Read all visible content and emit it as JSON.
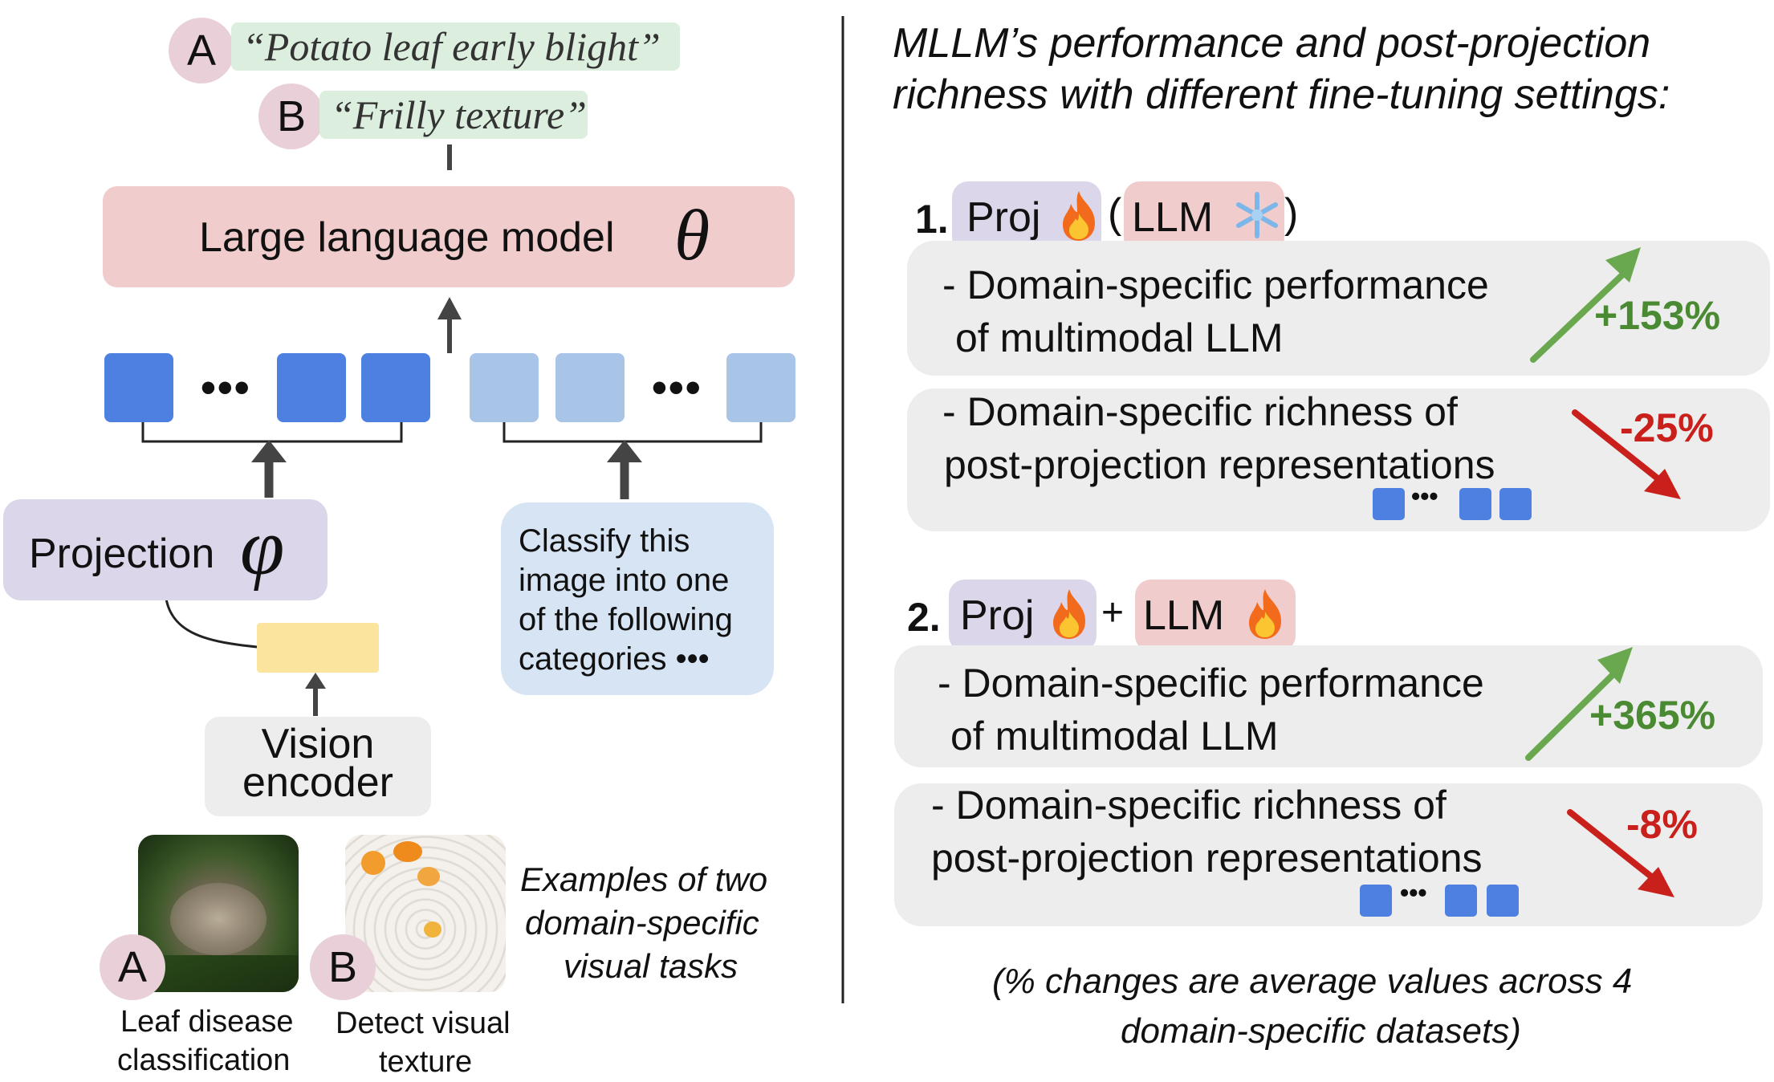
{
  "left": {
    "label_a": "A",
    "label_b": "B",
    "output_a": "“Potato leaf early blight”",
    "output_b": "“Frilly texture”",
    "llm_label": "Large language model",
    "llm_param": "θ",
    "ellipsis": "•••",
    "projection_label": "Projection",
    "projection_param": "φ",
    "vision_encoder_line1": "Vision",
    "vision_encoder_line2": "encoder",
    "prompt_line1": "Classify this",
    "prompt_line2": "image into one",
    "prompt_line3": "of the following",
    "prompt_line4": "categories •••",
    "examples_line1": "Examples of two",
    "examples_line2": "domain-specific",
    "examples_line3": "visual tasks",
    "task_a_line1": "Leaf disease",
    "task_a_line2": "classification",
    "task_b_line1": "Detect visual",
    "task_b_line2": "texture"
  },
  "right": {
    "title_line1": "MLLM’s performance and post-projection",
    "title_line2": "richness with different fine-tuning settings:",
    "setting1": {
      "number": "1.",
      "proj": "Proj",
      "open_paren": "(",
      "llm": "LLM",
      "close_paren": ")",
      "perf_line1": "- Domain-specific performance",
      "perf_line2": "of multimodal LLM",
      "perf_change": "+153%",
      "rich_line1": "- Domain-specific richness of",
      "rich_line2": "post-projection representations",
      "rich_change": "-25%"
    },
    "setting2": {
      "number": "2.",
      "proj": "Proj",
      "plus": "+",
      "llm": "LLM",
      "perf_line1": "- Domain-specific performance",
      "perf_line2": "of multimodal LLM",
      "perf_change": "+365%",
      "rich_line1": "- Domain-specific richness of",
      "rich_line2": "post-projection representations",
      "rich_change": "-8%"
    },
    "footnote_line1": "(% changes are average values across 4",
    "footnote_line2": "domain-specific datasets)"
  },
  "icons": {
    "trainable": "fire-icon",
    "frozen": "snowflake-icon",
    "increase": "arrow-up-right-icon",
    "decrease": "arrow-down-right-icon"
  },
  "colors": {
    "llm_box": "#f0cccc",
    "projection_box": "#dcd6ea",
    "vision_box": "#ededed",
    "prompt_box": "#d6e4f3",
    "vision_token": "#fbe49d",
    "visual_token_dark": "#4e80e2",
    "text_token_light": "#a8c4e6",
    "increase": "#6aa84f",
    "decrease": "#c9201c"
  }
}
